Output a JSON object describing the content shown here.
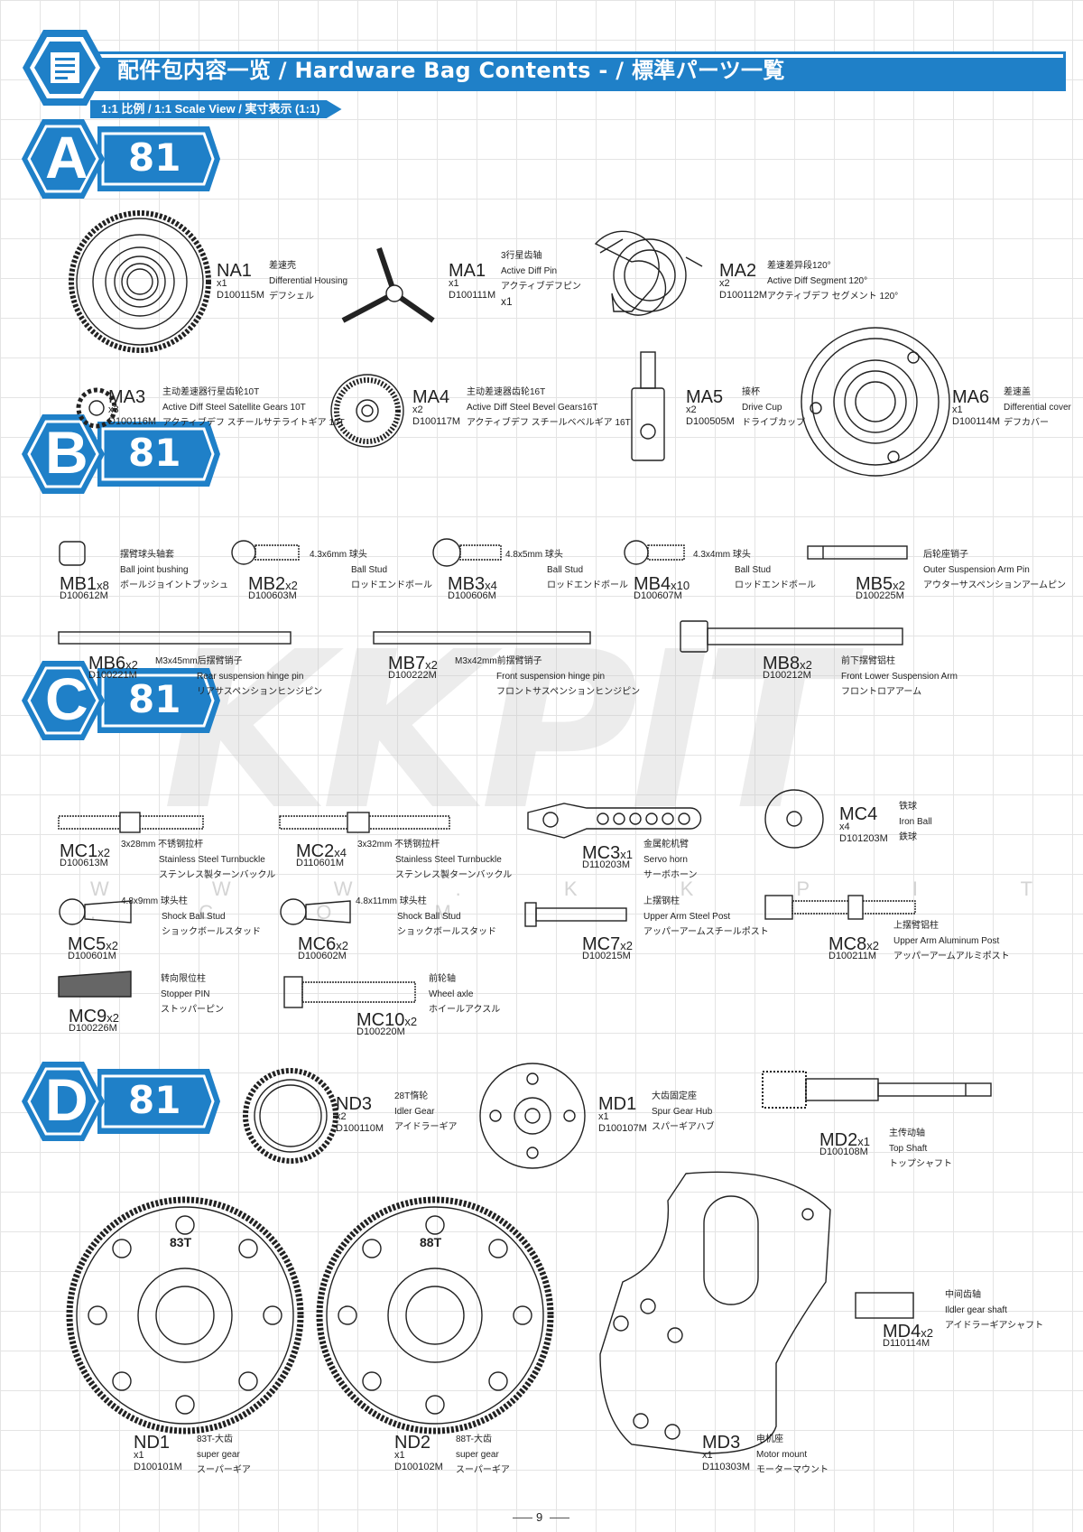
{
  "header": {
    "title": "配件包内容一览 / Hardware Bag Contents - / 標準パーツ一覧",
    "scale": "1:1 比例 / 1:1 Scale View / 実寸表示 (1:1)"
  },
  "sections": {
    "a": "A",
    "b": "B",
    "c": "C",
    "d": "D",
    "bag": "81"
  },
  "watermark": {
    "brand": "KKPIT",
    "url": "W W W . K K P I T . C O M"
  },
  "parts": {
    "NA1": {
      "code": "NA1",
      "qty": "x1",
      "pn": "D100115M",
      "cn": "差速壳",
      "en": "Differential Housing",
      "jp": "デフシェル"
    },
    "MA1": {
      "code": "MA1",
      "qty": "x1",
      "pn": "D100111M",
      "cn": "3行星齿轴",
      "en": "Active Diff Pin",
      "jp": "アクティブデフピン",
      "extra": "x1"
    },
    "MA2": {
      "code": "MA2",
      "qty": "x2",
      "pn": "D100112M",
      "cn": "差速差异段120°",
      "en": "Active Diff Segment 120°",
      "jp": "アクティブデフ セグメント 120°"
    },
    "MA3": {
      "code": "MA3",
      "qty": "x3",
      "pn": "D100116M",
      "cn": "主动差速器行星齿轮10T",
      "en": "Active Diff Steel Satellite Gears 10T",
      "jp": "アクティブデフ スチールサテライトギア 10T"
    },
    "MA4": {
      "code": "MA4",
      "qty": "x2",
      "pn": "D100117M",
      "cn": "主动差速器齿轮16T",
      "en": "Active Diff Steel Bevel Gears16T",
      "jp": "アクティブデフ スチールベベルギア 16T"
    },
    "MA5": {
      "code": "MA5",
      "qty": "x2",
      "pn": "D100505M",
      "cn": "接杯",
      "en": "Drive Cup",
      "jp": "ドライブカップ"
    },
    "MA6": {
      "code": "MA6",
      "qty": "x1",
      "pn": "D100114M",
      "cn": "差速盖",
      "en": "Differential cover",
      "jp": "デフカバー"
    },
    "MB1": {
      "code": "MB1",
      "qty": "x8",
      "pn": "D100612M",
      "cn": "摆臂球头轴套",
      "en": "Ball joint bushing",
      "jp": "ボールジョイントブッシュ"
    },
    "MB2": {
      "code": "MB2",
      "qty": "x2",
      "pn": "D100603M",
      "cn": "4.3x6mm 球头",
      "en": "Ball Stud",
      "jp": "ロッドエンドボール"
    },
    "MB3": {
      "code": "MB3",
      "qty": "x4",
      "pn": "D100606M",
      "cn": "4.8x5mm 球头",
      "en": "Ball Stud",
      "jp": "ロッドエンドボール"
    },
    "MB4": {
      "code": "MB4",
      "qty": "x10",
      "pn": "D100607M",
      "cn": "4.3x4mm 球头",
      "en": "Ball Stud",
      "jp": "ロッドエンドボール"
    },
    "MB5": {
      "code": "MB5",
      "qty": "x2",
      "pn": "D100225M",
      "cn": "后轮座销子",
      "en": "Outer Suspension Arm Pin",
      "jp": "アウターサスペンションアームピン"
    },
    "MB6": {
      "code": "MB6",
      "qty": "x2",
      "pn": "D100221M",
      "cn": "M3x45mm后摆臂销子",
      "en": "Rear suspension hinge pin",
      "jp": "リアサスペンションヒンジピン"
    },
    "MB7": {
      "code": "MB7",
      "qty": "x2",
      "pn": "D100222M",
      "cn": "M3x42mm前摆臂销子",
      "en": "Front suspension hinge pin",
      "jp": "フロントサスペンションヒンジピン"
    },
    "MB8": {
      "code": "MB8",
      "qty": "x2",
      "pn": "D100212M",
      "cn": "前下摆臂铝柱",
      "en": "Front Lower Suspension Arm",
      "jp": "フロントロアアーム"
    },
    "MC1": {
      "code": "MC1",
      "qty": "x2",
      "pn": "D100613M",
      "cn": "3x28mm 不锈钢拉杆",
      "en": "Stainless Steel Turnbuckle",
      "jp": "ステンレス製ターンバックル"
    },
    "MC2": {
      "code": "MC2",
      "qty": "x4",
      "pn": "D110601M",
      "cn": "3x32mm 不锈钢拉杆",
      "en": "Stainless Steel Turnbuckle",
      "jp": "ステンレス製ターンバックル"
    },
    "MC3": {
      "code": "MC3",
      "qty": "x1",
      "pn": "D110203M",
      "cn": "金属舵机臂",
      "en": "Servo horn",
      "jp": "サーボホーン"
    },
    "MC4": {
      "code": "MC4",
      "qty": "x4",
      "pn": "D101203M",
      "cn": "铁球",
      "en": "Iron Ball",
      "jp": "鉄球"
    },
    "MC5": {
      "code": "MC5",
      "qty": "x2",
      "pn": "D100601M",
      "cn": "4.8x9mm 球头柱",
      "en": "Shock Ball Stud",
      "jp": "ショックボールスタッド"
    },
    "MC6": {
      "code": "MC6",
      "qty": "x2",
      "pn": "D100602M",
      "cn": "4.8x11mm 球头柱",
      "en": "Shock Ball Stud",
      "jp": "ショックボールスタッド"
    },
    "MC7": {
      "code": "MC7",
      "qty": "x2",
      "pn": "D100215M",
      "cn": "上摆钢柱",
      "en": "Upper Arm Steel Post",
      "jp": "アッパーアームスチールポスト"
    },
    "MC8": {
      "code": "MC8",
      "qty": "x2",
      "pn": "D100211M",
      "cn": "上摆臂铝柱",
      "en": "Upper Arm Aluminum Post",
      "jp": "アッパーアームアルミポスト"
    },
    "MC9": {
      "code": "MC9",
      "qty": "x2",
      "pn": "D100226M",
      "cn": "转向限位柱",
      "en": "Stopper PIN",
      "jp": "ストッパーピン"
    },
    "MC10": {
      "code": "MC10",
      "qty": "x2",
      "pn": "D100220M",
      "cn": "前轮轴",
      "en": "Wheel axle",
      "jp": "ホイールアクスル"
    },
    "ND3": {
      "code": "ND3",
      "qty": "x2",
      "pn": "D100110M",
      "cn": "28T惰轮",
      "en": "Idler Gear",
      "jp": "アイドラーギア"
    },
    "MD1": {
      "code": "MD1",
      "qty": "x1",
      "pn": "D100107M",
      "cn": "大齿固定座",
      "en": "Spur Gear Hub",
      "jp": "スパーギアハブ"
    },
    "MD2": {
      "code": "MD2",
      "qty": "x1",
      "pn": "D100108M",
      "cn": "主传动轴",
      "en": "Top Shaft",
      "jp": "トップシャフト"
    },
    "MD4": {
      "code": "MD4",
      "qty": "x2",
      "pn": "D110114M",
      "cn": "中间齿轴",
      "en": "Ildler gear shaft",
      "jp": "アイドラーギアシャフト"
    },
    "ND1": {
      "code": "ND1",
      "qty": "x1",
      "pn": "D100101M",
      "cn": "83T-大齿",
      "en": "super gear",
      "jp": "スーパーギア",
      "teeth": "83T"
    },
    "ND2": {
      "code": "ND2",
      "qty": "x1",
      "pn": "D100102M",
      "cn": "88T-大齿",
      "en": "super gear",
      "jp": "スーパーギア",
      "teeth": "88T"
    },
    "MD3": {
      "code": "MD3",
      "qty": "x1",
      "pn": "D110303M",
      "cn": "电机座",
      "en": "Motor mount",
      "jp": "モーターマウント"
    }
  },
  "footer": {
    "page": "9"
  }
}
